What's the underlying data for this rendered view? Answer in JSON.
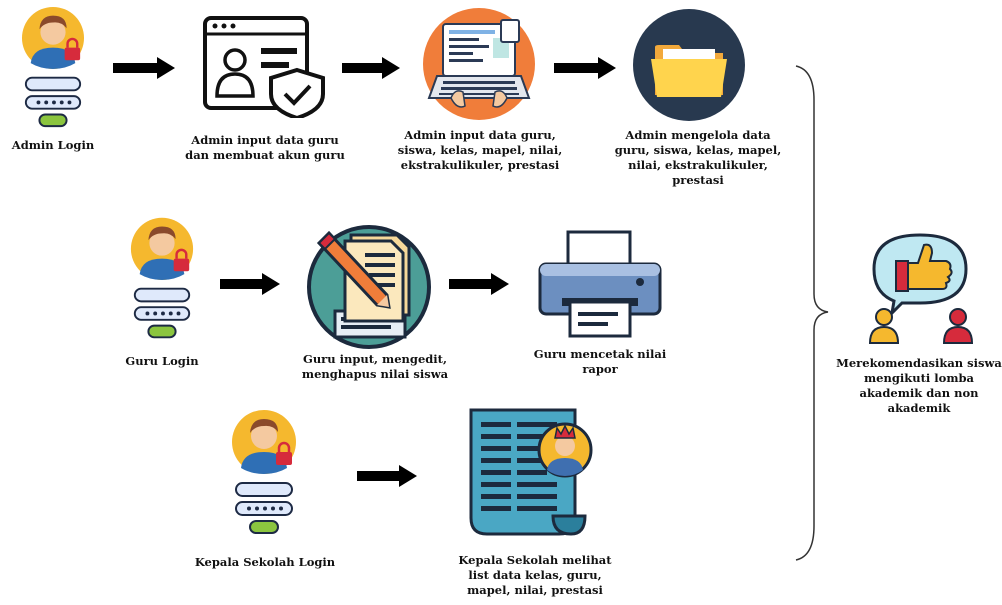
{
  "admin": {
    "login": "Admin Login",
    "step1": "Admin input data guru\ndan membuat akun guru",
    "step2": "Admin input data guru,\nsiswa, kelas, mapel, nilai,\nekstrakulikuler, prestasi",
    "step3": "Admin mengelola data\nguru, siswa, kelas, mapel,\nnilai, ekstrakulikuler,\nprestasi"
  },
  "guru": {
    "login": "Guru Login",
    "step1": "Guru input, mengedit,\nmenghapus nilai siswa",
    "step2": "Guru mencetak nilai\nrapor"
  },
  "kepala": {
    "login": "Kepala Sekolah Login",
    "step1": "Kepala Sekolah melihat\nlist data kelas, guru,\nmapel, nilai, prestasi"
  },
  "result": {
    "label": "Merekomendasikan siswa\nmengikuti lomba\nakademik dan non\nakademik"
  },
  "icons": {
    "login": "user-login-icon",
    "profile": "profile-shield-icon",
    "laptop": "laptop-coding-icon",
    "folder": "folder-icon",
    "document": "document-edit-icon",
    "printer": "printer-icon",
    "report": "report-list-icon",
    "recommend": "thumbs-up-recommendation-icon"
  }
}
